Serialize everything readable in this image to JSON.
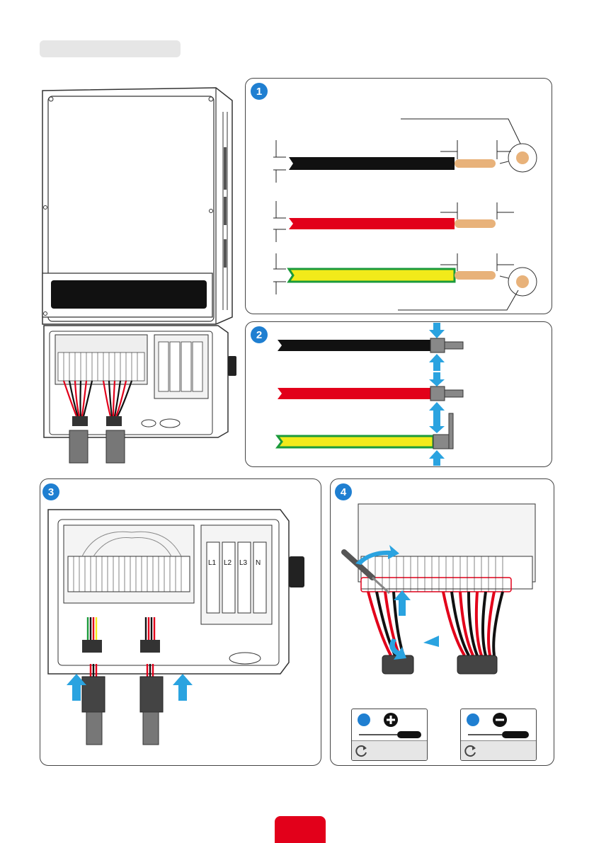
{
  "steps": [
    {
      "number": "1"
    },
    {
      "number": "2"
    },
    {
      "number": "3"
    },
    {
      "number": "4"
    }
  ],
  "terminal_labels": [
    "L1",
    "L2",
    "L3",
    "N"
  ],
  "tools": [
    {
      "icon": "phillips-screwdriver-icon",
      "type_icon": "plus-icon"
    },
    {
      "icon": "flat-screwdriver-icon",
      "type_icon": "minus-icon"
    }
  ],
  "colors": {
    "accent_blue": "#1f7fd1",
    "arrow_blue": "#2aa3e0",
    "cable_black": "#111111",
    "cable_red": "#e2001a",
    "cable_yellow": "#f2ea1a",
    "cable_green": "#1a9a3a",
    "copper": "#e8b27a",
    "page_tab_red": "#e2001a"
  }
}
